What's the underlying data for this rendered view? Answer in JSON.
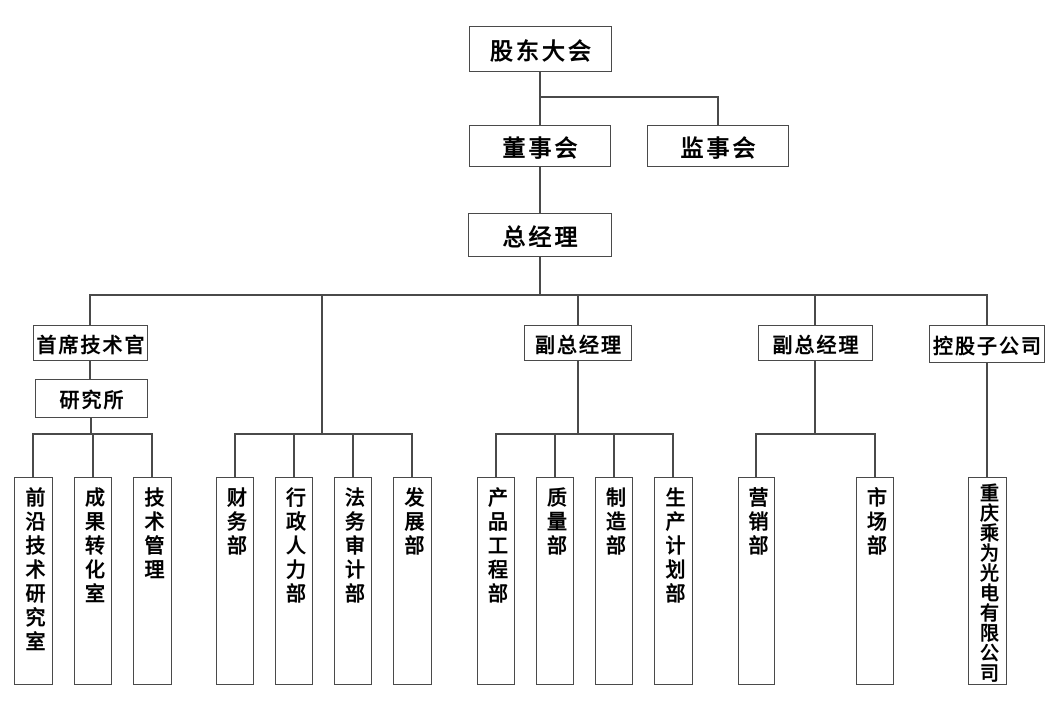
{
  "org": {
    "shareholders_meeting": "股东大会",
    "board_of_directors": "董事会",
    "supervisory_board": "监事会",
    "general_manager": "总经理",
    "cto": "首席技术官",
    "research_institute": "研究所",
    "deputy_gm_production": "副总经理",
    "deputy_gm_marketing": "副总经理",
    "holding_subsidiary": "控股子公司",
    "research_depts": [
      "前沿技术研究室",
      "成果转化室",
      "技术管理"
    ],
    "functional_depts": [
      "财务部",
      "行政人力部",
      "法务审计部",
      "发展部"
    ],
    "production_depts": [
      "产品工程部",
      "质量部",
      "制造部",
      "生产计划部"
    ],
    "marketing_depts": [
      "营销部",
      "市场部"
    ],
    "subsidiary_company": "重庆乘为光电有限公司"
  },
  "colors": {
    "line": "#4a4a4a",
    "box_border": "#4a4a4a",
    "background": "#ffffff",
    "text": "#000000"
  }
}
